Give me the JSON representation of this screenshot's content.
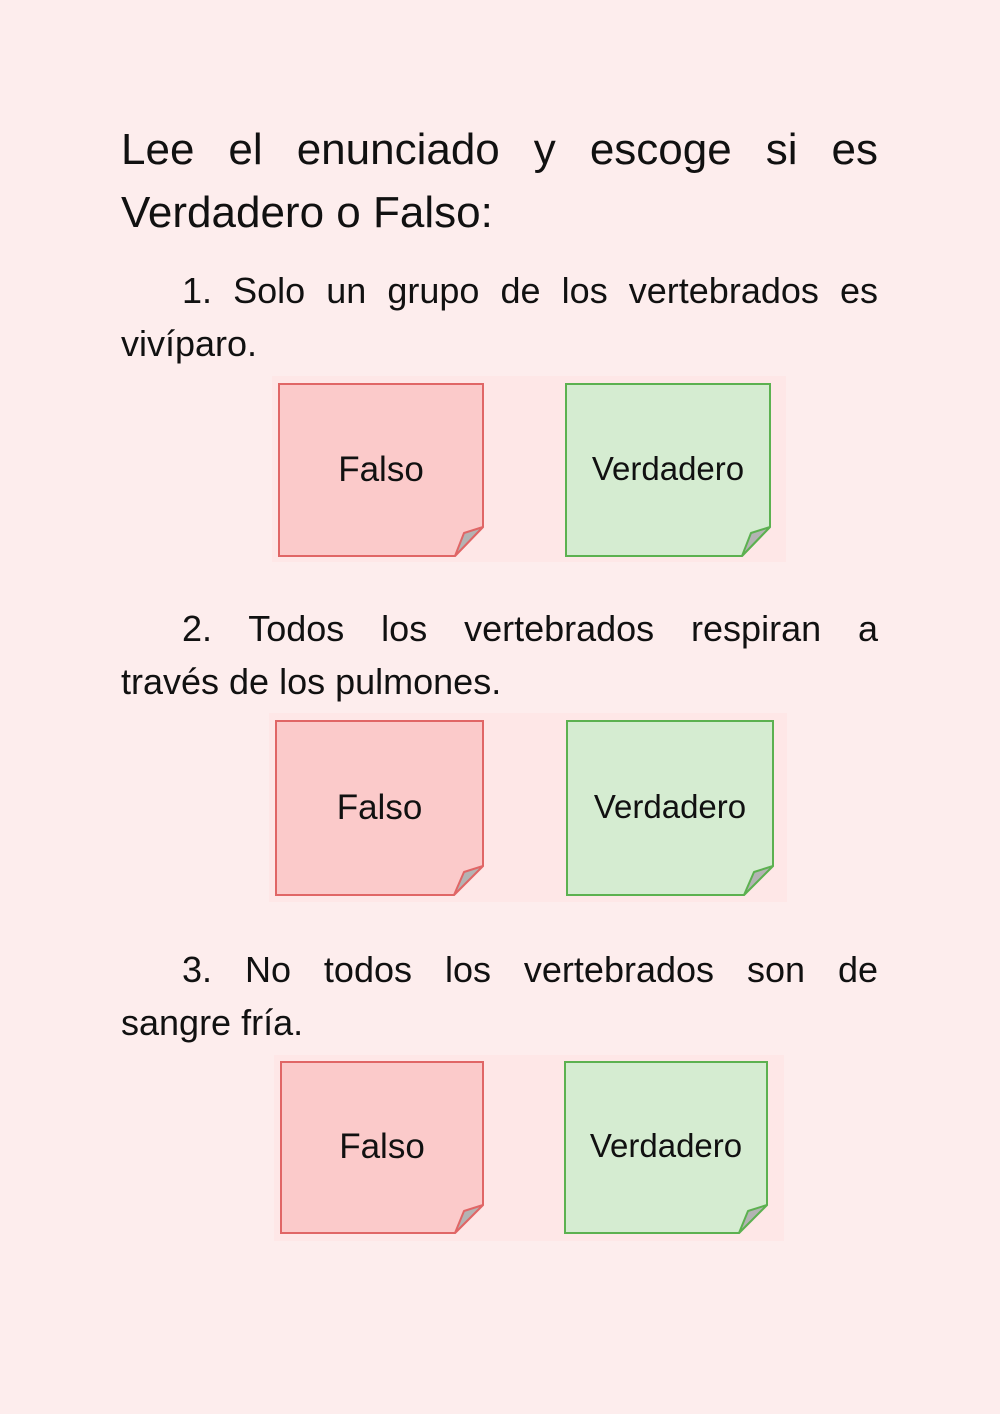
{
  "instructions": {
    "line1": "Lee el enunciado y escoge si es",
    "line2": "Verdadero o Falso:"
  },
  "questions": [
    {
      "number": "1.",
      "line1": "1. Solo un grupo de los vertebrados es",
      "line2": "vivíparo.",
      "options": {
        "false_label": "Falso",
        "true_label": "Verdadero"
      }
    },
    {
      "number": "2.",
      "line1": "2. Todos los vertebrados respiran a",
      "line2": "través de los pulmones.",
      "options": {
        "false_label": "Falso",
        "true_label": "Verdadero"
      }
    },
    {
      "number": "3.",
      "line1": "3. No todos los vertebrados son de",
      "line2": "sangre fría.",
      "options": {
        "false_label": "Falso",
        "true_label": "Verdadero"
      }
    }
  ],
  "colors": {
    "page_background": "#fdeded",
    "false_fill": "#fbcaca",
    "false_border": "#e06666",
    "true_fill": "#d5ecd1",
    "true_border": "#5cb150",
    "fold_fill": "#b3b3b3"
  }
}
